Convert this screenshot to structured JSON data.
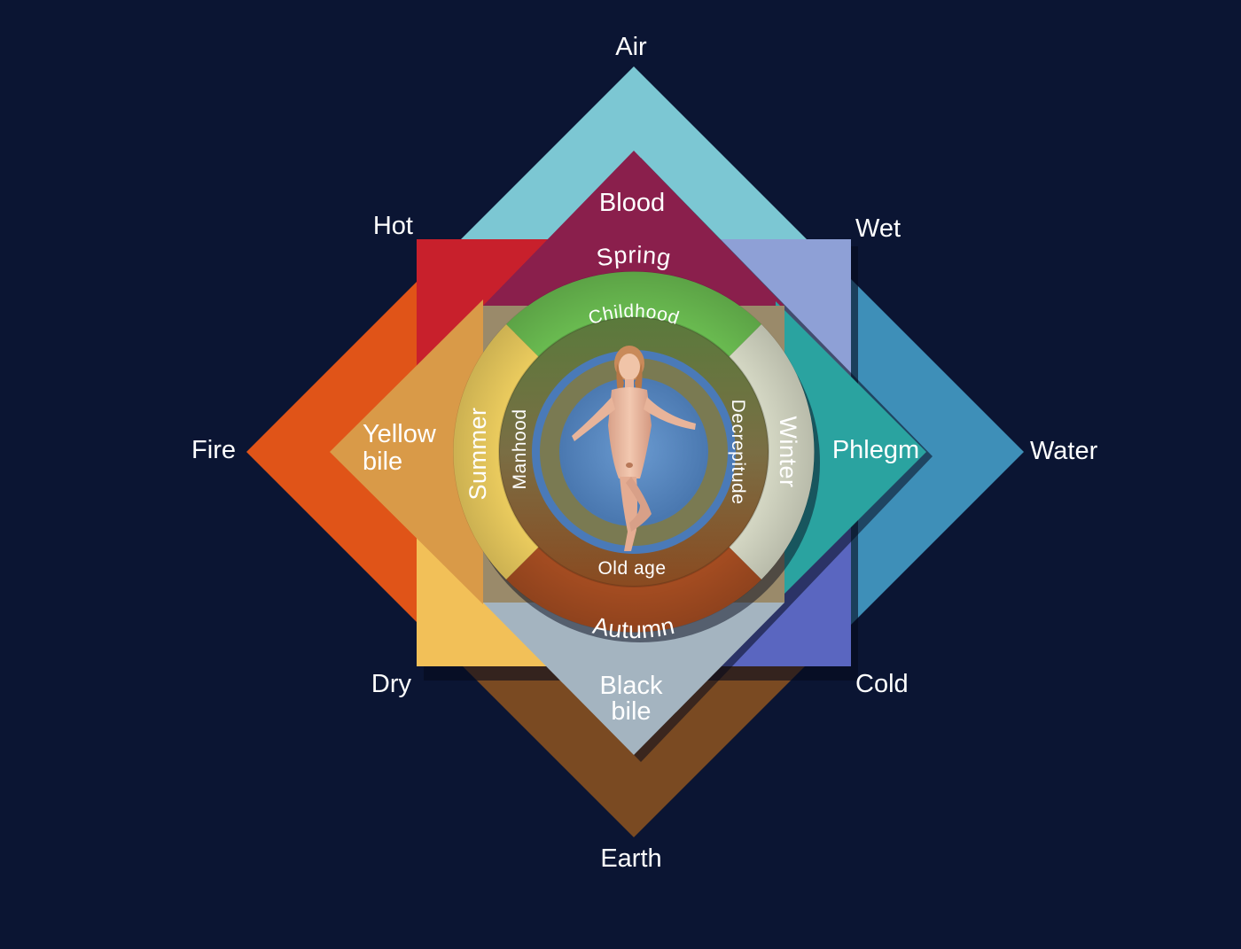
{
  "elements": {
    "top": "Air",
    "right": "Water",
    "bottom": "Earth",
    "left": "Fire"
  },
  "qualities": {
    "top_left": "Hot",
    "top_right": "Wet",
    "bottom_left": "Dry",
    "bottom_right": "Cold"
  },
  "humours": {
    "top": "Blood",
    "right": "Phlegm",
    "bottom_line1": "Black",
    "bottom_line2": "bile",
    "left_line1": "Yellow",
    "left_line2": "bile"
  },
  "seasons": {
    "top": "Spring",
    "right": "Winter",
    "bottom": "Autumn",
    "left": "Summer"
  },
  "ages": {
    "top": "Childhood",
    "right": "Decrepitude",
    "bottom": "Old age",
    "left": "Manhood"
  },
  "colors": {
    "background": "#0b1533",
    "air": "#7cc7d3",
    "water": "#3e8fb8",
    "earth": "#7a4a22",
    "fire": "#e05418",
    "hot": "#c8202c",
    "wet": "#8ea0d6",
    "cold": "#5a66c0",
    "dry": "#f2c058",
    "blood": "#8a1f4c",
    "phlegm": "#2aa3a0",
    "black_bile": "#a4b4c0",
    "yellow_bile": "#d99a48",
    "spring": "#6cbf52",
    "winter": "#d9dcc8",
    "autumn": "#a84e22",
    "summer": "#f0d060",
    "age_ring": "#7a7048",
    "center_blue": "#5a90c8"
  }
}
